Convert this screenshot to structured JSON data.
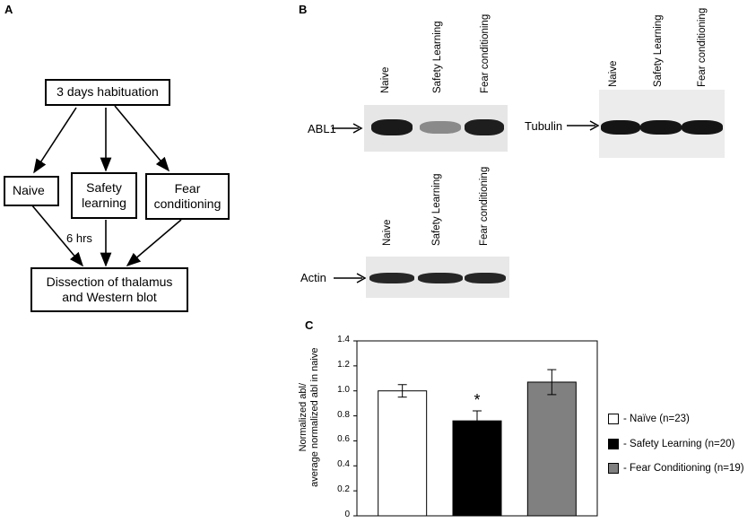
{
  "panels": {
    "a": {
      "letter": "A"
    },
    "b": {
      "letter": "B"
    },
    "c": {
      "letter": "C"
    }
  },
  "flowchart": {
    "habituation": "3 days habituation",
    "naive": "Naive",
    "safety_line1": "Safety",
    "safety_line2": "learning",
    "fear_line1": "Fear",
    "fear_line2": "conditioning",
    "delay": "6 hrs",
    "dissection_line1": "Dissection of thalamus",
    "dissection_line2": "and Western blot"
  },
  "blots": {
    "abl1": {
      "label": "ABL1",
      "lanes": [
        "Naive",
        "Safety Learning",
        "Fear conditioning"
      ]
    },
    "tubulin": {
      "label": "Tubulin",
      "lanes": [
        "Naive",
        "Safety Learning",
        "Fear conditioning"
      ]
    },
    "actin": {
      "label": "Actin",
      "lanes": [
        "Naive",
        "Safety Learning",
        "Fear conditioning"
      ]
    }
  },
  "chart_data": {
    "type": "bar",
    "categories": [
      "Naïve",
      "Safety Learning",
      "Fear Conditioning"
    ],
    "values": [
      1.0,
      0.76,
      1.07
    ],
    "errors": [
      0.05,
      0.08,
      0.1
    ],
    "colors": [
      "#ffffff",
      "#000000",
      "#808080"
    ],
    "significance": [
      "",
      "*",
      ""
    ],
    "ylabel_line1": "Normalized abl/",
    "ylabel_line2": "average normalized abl in naive",
    "ylim": [
      0,
      1.4
    ],
    "yticks": [
      0,
      0.2,
      0.4,
      0.6,
      0.8,
      1.0,
      1.2,
      1.4
    ],
    "ytick_labels": [
      "0",
      "0.2",
      "0.4",
      "0.6",
      "0.8",
      "1.0",
      "1.2",
      "1.4"
    ],
    "legend": [
      "- Naïve (n=23)",
      "- Safety Learning (n=20)",
      "- Fear Conditioning (n=19)"
    ],
    "legend_position": "right"
  }
}
